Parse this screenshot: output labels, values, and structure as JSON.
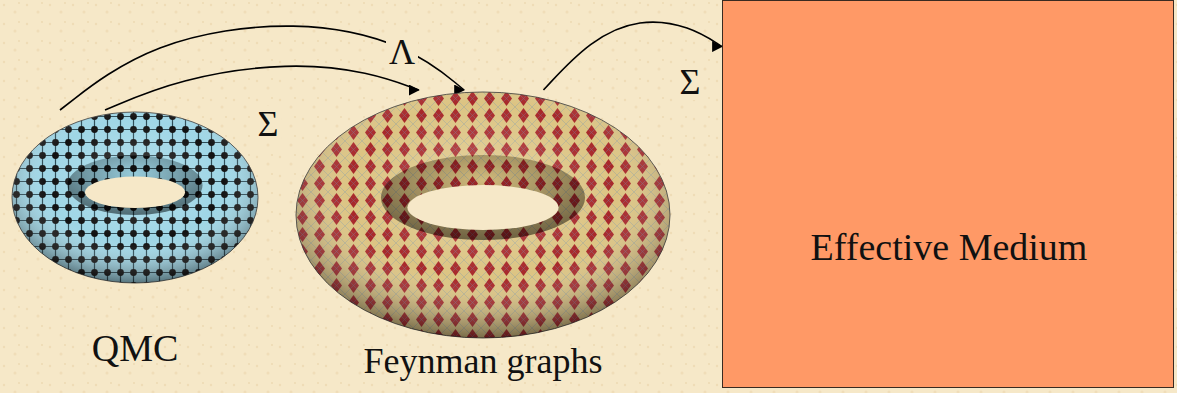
{
  "diagram": {
    "nodes": [
      {
        "text": [
          "QMC"
        ]
      },
      {
        "text": [
          "Feynman graphs"
        ]
      },
      {
        "text": [
          "Effective Medium"
        ]
      }
    ],
    "edges": [
      {
        "from": 0,
        "to": 1,
        "label": "Λ",
        "arrow": "to"
      },
      {
        "from": 0,
        "to": 1,
        "label": "Σ",
        "arrow": "to"
      },
      {
        "from": 1,
        "to": 2,
        "label": "Σ",
        "arrow": "to"
      }
    ]
  }
}
